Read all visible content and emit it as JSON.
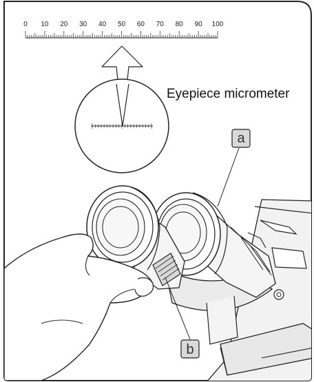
{
  "scale": {
    "labels": [
      "0",
      "10",
      "20",
      "30",
      "40",
      "50",
      "60",
      "70",
      "80",
      "90",
      "100"
    ]
  },
  "caption": "Eyepiece micrometer",
  "callouts": {
    "a": "a",
    "b": "b"
  }
}
